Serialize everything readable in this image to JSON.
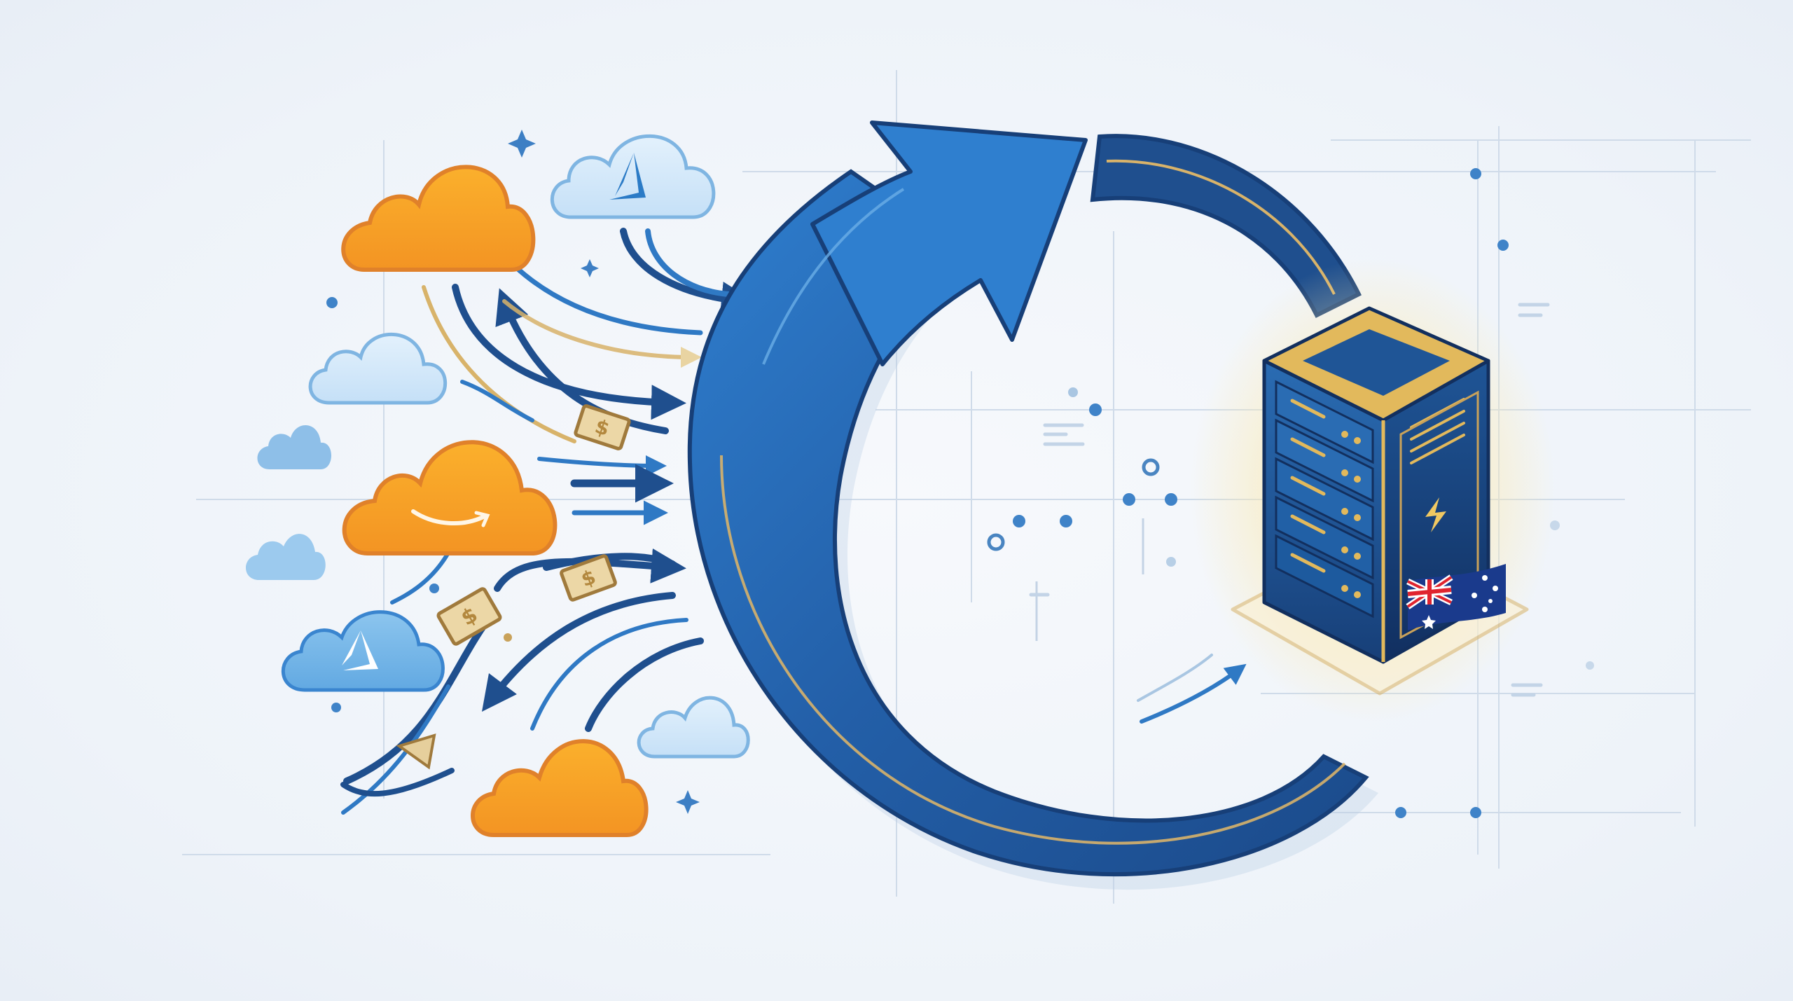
{
  "illustration": {
    "theme": "cloud-to-sovereign-server-migration",
    "colors": {
      "background": "#f2f6fb",
      "grid_line": "#c9d6e6",
      "aws_orange": "#f7a12a",
      "aws_orange_stroke": "#e0812a",
      "azure_blue_light": "#cfe6f8",
      "azure_blue_stroke": "#6fa9dd",
      "azure_logo": "#2b7bc6",
      "arrow_dark_blue": "#1f4f8e",
      "arrow_mid_blue": "#2f79c4",
      "gold": "#d8b36a",
      "server_blue": "#1e4f8f",
      "server_gold": "#e2b95c",
      "flag_blue": "#1a3a8c",
      "flag_red": "#e0242f"
    },
    "clouds": [
      {
        "id": "aws-cloud-top",
        "provider": "aws",
        "logo": "none"
      },
      {
        "id": "azure-cloud-top",
        "provider": "azure",
        "logo": "azure-icon"
      },
      {
        "id": "plain-cloud-left-1",
        "provider": "generic",
        "logo": "none"
      },
      {
        "id": "plain-cloud-left-2",
        "provider": "generic",
        "logo": "none"
      },
      {
        "id": "aws-cloud-middle",
        "provider": "aws",
        "logo": "amazon-smile-icon"
      },
      {
        "id": "plain-cloud-left-3",
        "provider": "generic",
        "logo": "none"
      },
      {
        "id": "azure-cloud-bottom",
        "provider": "azure",
        "logo": "azure-icon"
      },
      {
        "id": "plain-cloud-right",
        "provider": "generic",
        "logo": "none"
      },
      {
        "id": "aws-cloud-bottom",
        "provider": "aws",
        "logo": "none"
      }
    ],
    "money_notes": [
      {
        "symbol": "$"
      },
      {
        "symbol": "$"
      },
      {
        "symbol": "$"
      }
    ],
    "destination": {
      "icon": "server-rack-icon",
      "flag": "australia-flag-icon",
      "badge": "spark-icon"
    }
  }
}
